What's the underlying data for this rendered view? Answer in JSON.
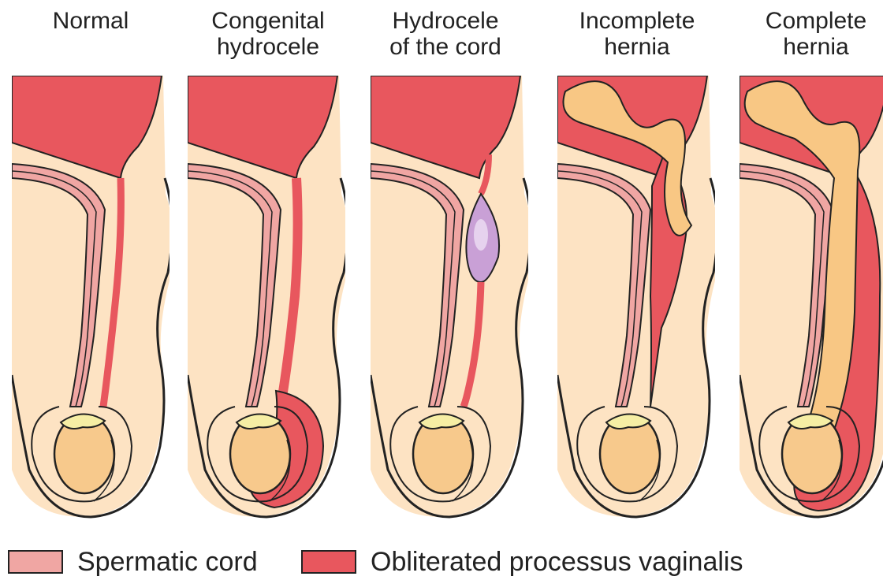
{
  "panels": [
    {
      "key": "normal",
      "title": "Normal"
    },
    {
      "key": "congenital-hydrocele",
      "title": "Congenital\nhydrocele"
    },
    {
      "key": "hydrocele-of-cord",
      "title": "Hydrocele\nof the cord"
    },
    {
      "key": "incomplete-hernia",
      "title": "Incomplete\nhernia"
    },
    {
      "key": "complete-hernia",
      "title": "Complete\nhernia"
    }
  ],
  "legend": {
    "spermatic_cord": "Spermatic cord",
    "obliterated_pv": "Obliterated processus vaginalis"
  },
  "colors": {
    "skin": "#fde3c3",
    "peritoneum": "#e8575e",
    "cord": "#f0a6a3",
    "testis": "#f7c98c",
    "epididymis": "#f6eea4",
    "hydrocele_fluid": "#c9a0d6",
    "bowel": "#f8c784",
    "outline": "#222222",
    "white": "#ffffff"
  }
}
